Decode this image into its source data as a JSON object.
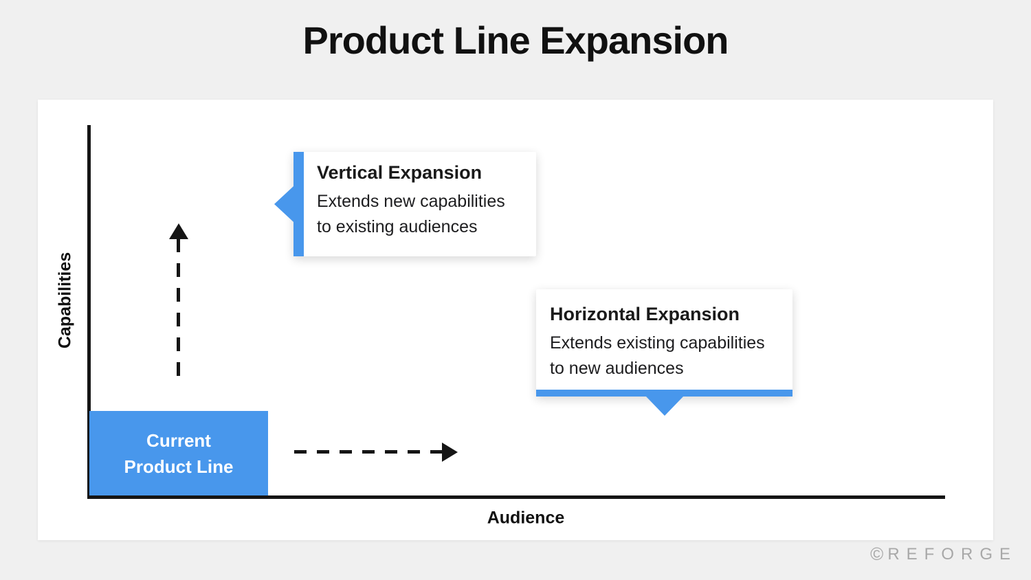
{
  "title": "Product Line Expansion",
  "colors": {
    "accent_blue": "#4897EC",
    "page_background": "#F0F0F0",
    "panel_background": "#FFFFFF",
    "axis_black": "#151515",
    "logo_gray": "#A8A8A8"
  },
  "diagram": {
    "y_axis_label": "Capabilities",
    "x_axis_label": "Audience",
    "current_product_box": {
      "line1": "Current",
      "line2": "Product Line"
    },
    "vertical_callout": {
      "title": "Vertical Expansion",
      "body_line1": "Extends new capabilities",
      "body_line2": "to existing audiences"
    },
    "horizontal_callout": {
      "title": "Horizontal Expansion",
      "body_line1": "Extends existing capabilities",
      "body_line2": "to new audiences"
    }
  },
  "footer": {
    "copyright": "©",
    "brand": "REFORGE"
  }
}
